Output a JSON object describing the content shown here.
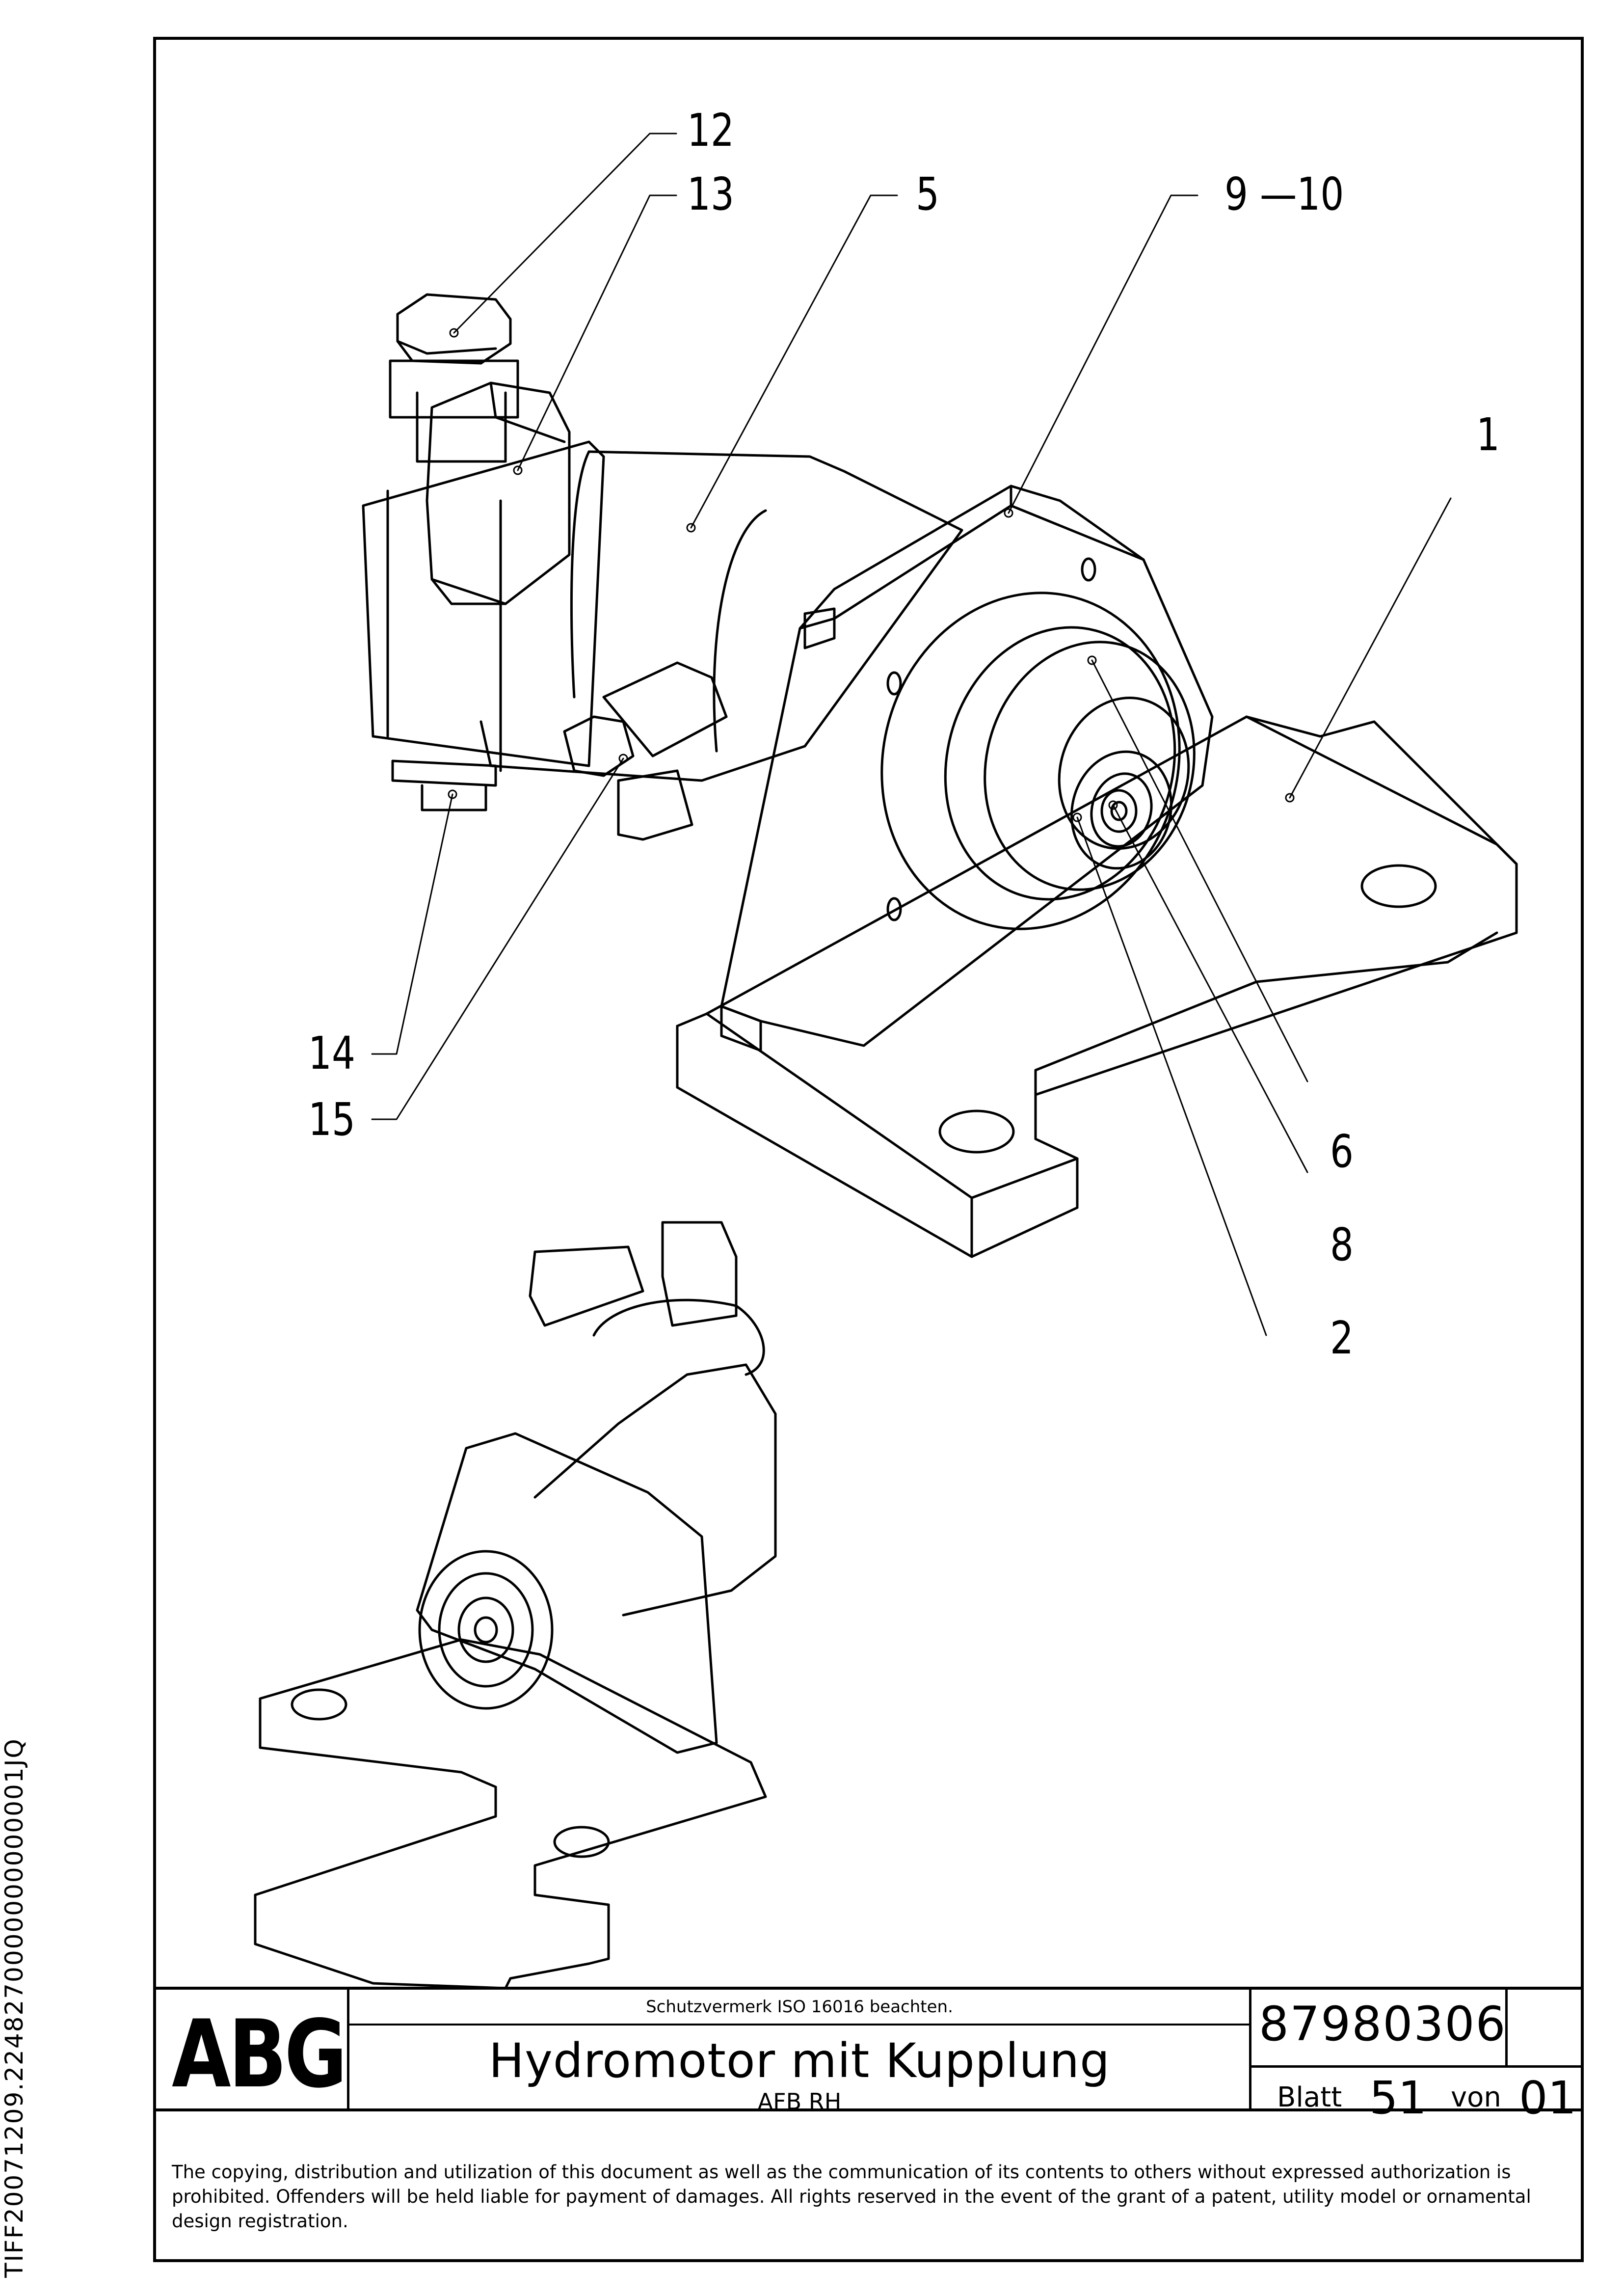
{
  "side_code": "TIFF20071209.2248270000000000001JQ",
  "callouts": {
    "c12": "12",
    "c13": "13",
    "c5": "5",
    "c9_10": "9 —10",
    "c1": "1",
    "c14": "14",
    "c15": "15",
    "c6": "6",
    "c8": "8",
    "c2": "2"
  },
  "title_block": {
    "logo": "ABG",
    "protection_note": "Schutzvermerk ISO 16016 beachten.",
    "title": "Hydromotor mit Kupplung",
    "subtitle": "AFB RH",
    "drawing_number": "87980306",
    "sheet_label": "Blatt",
    "sheet_number": "51",
    "of_label": "von",
    "sheet_total": "01",
    "copyright_notice": "The copying, distribution and utilization of this document as well as the communication of its contents to others without expressed authorization is prohibited. Offenders will be held liable for payment of damages. All rights reserved in the event of the grant of a patent, utility model or ornamental design registration."
  },
  "colors": {
    "ink": "#000000",
    "paper": "#ffffff"
  }
}
